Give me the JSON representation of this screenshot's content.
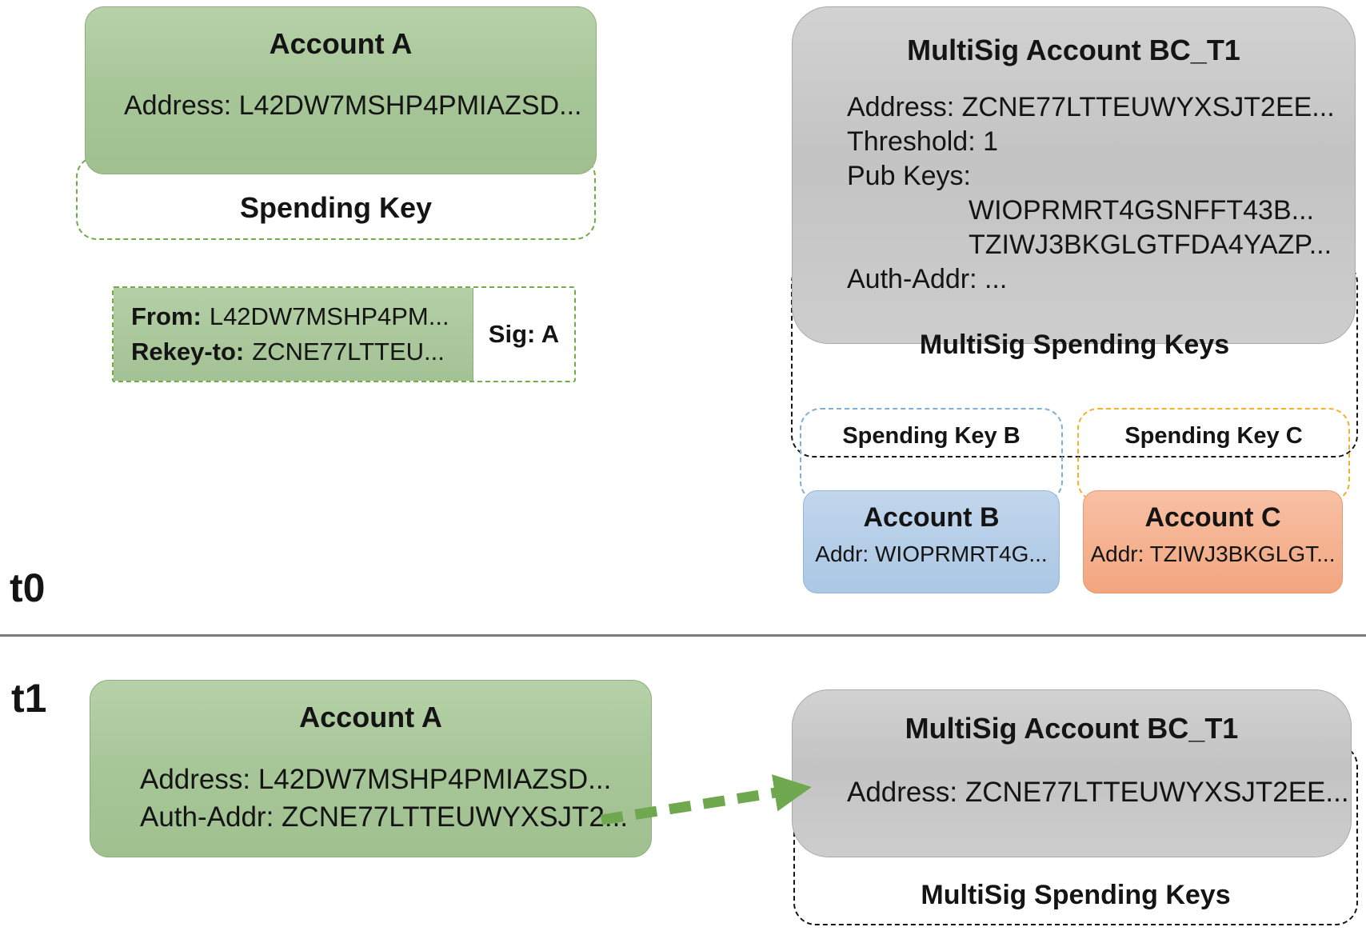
{
  "timeline": {
    "t0_label": "t0",
    "t1_label": "t1"
  },
  "t0": {
    "account_a": {
      "title": "Account A",
      "address": "Address: L42DW7MSHP4PMIAZSD..."
    },
    "spending_key_a": {
      "label": "Spending Key"
    },
    "rekey_transaction": {
      "from_label": "From:",
      "from_value": "L42DW7MSHP4PM...",
      "rekey_to_label": "Rekey-to:",
      "rekey_to_value": "ZCNE77LTTEU...",
      "signature": "Sig: A"
    },
    "multisig_account": {
      "title": "MultiSig Account BC_T1",
      "address": "Address: ZCNE77LTTEUWYXSJT2EE...",
      "threshold": "Threshold: 1",
      "pub_keys_label": "Pub Keys:",
      "pub_keys": [
        "WIOPRMRT4GSNFFT43B...",
        "TZIWJ3BKGLGTFDA4YAZP..."
      ],
      "auth_addr": "Auth-Addr: ...",
      "spending_keys_label": "MultiSig Spending Keys"
    },
    "spending_key_b": {
      "label": "Spending Key B"
    },
    "spending_key_c": {
      "label": "Spending Key C"
    },
    "account_b": {
      "title": "Account B",
      "address": "Addr: WIOPRMRT4G..."
    },
    "account_c": {
      "title": "Account C",
      "address": "Addr: TZIWJ3BKGLGT..."
    }
  },
  "t1": {
    "account_a": {
      "title": "Account A",
      "address": "Address: L42DW7MSHP4PMIAZSD...",
      "auth_addr": "Auth-Addr: ZCNE77LTTEUWYXSJT2..."
    },
    "multisig_account": {
      "title": "MultiSig Account BC_T1",
      "address": "Address: ZCNE77LTTEUWYXSJT2EE...",
      "spending_keys_label": "MultiSig Spending Keys"
    }
  },
  "colors": {
    "account_green": "#a8c799",
    "multisig_gray": "#c9c9c9",
    "account_blue": "#b3cde8",
    "account_orange": "#f5ad89",
    "dashed_green": "#70ad47",
    "dashed_black": "#161616",
    "dashed_blue": "#7fafd7",
    "dashed_yellow": "#f2b22e",
    "arrow_green": "#6fa84e",
    "divider_gray": "#7a7a7a"
  }
}
